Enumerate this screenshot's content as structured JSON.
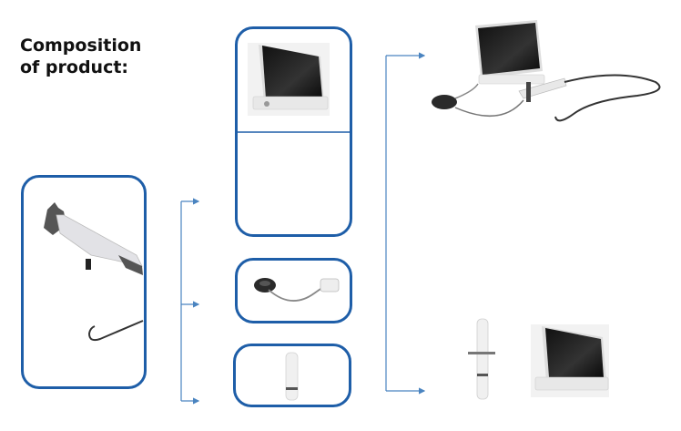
{
  "title": {
    "line1": "Composition",
    "line2": "of product:"
  },
  "colors": {
    "frame": "#1e5ea8",
    "arrow": "#4a84c0"
  },
  "components": [
    {
      "name": "endoscope",
      "icon": "endoscope-icon"
    },
    {
      "name": "monitor",
      "icon": "monitor-icon"
    },
    {
      "name": "cable",
      "icon": "cable-icon"
    },
    {
      "name": "handle",
      "icon": "handle-icon"
    }
  ]
}
